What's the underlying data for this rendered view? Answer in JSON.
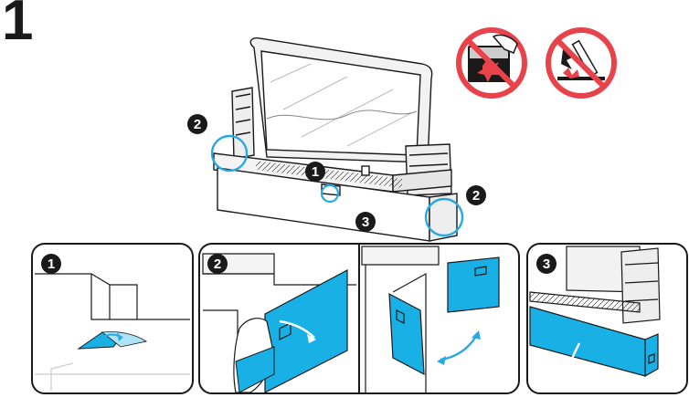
{
  "step": {
    "number": "1"
  },
  "markers": {
    "one": "1",
    "two": "2",
    "three": "3"
  },
  "colors": {
    "accent_blue": "#29a9e1",
    "panel_blue": "#19b0e6",
    "warning_red": "#e8424a",
    "line": "#1a1a1a"
  },
  "icons": {
    "warning_1": "no-pressing-screen-icon",
    "warning_2": "no-sharp-tools-icon"
  }
}
